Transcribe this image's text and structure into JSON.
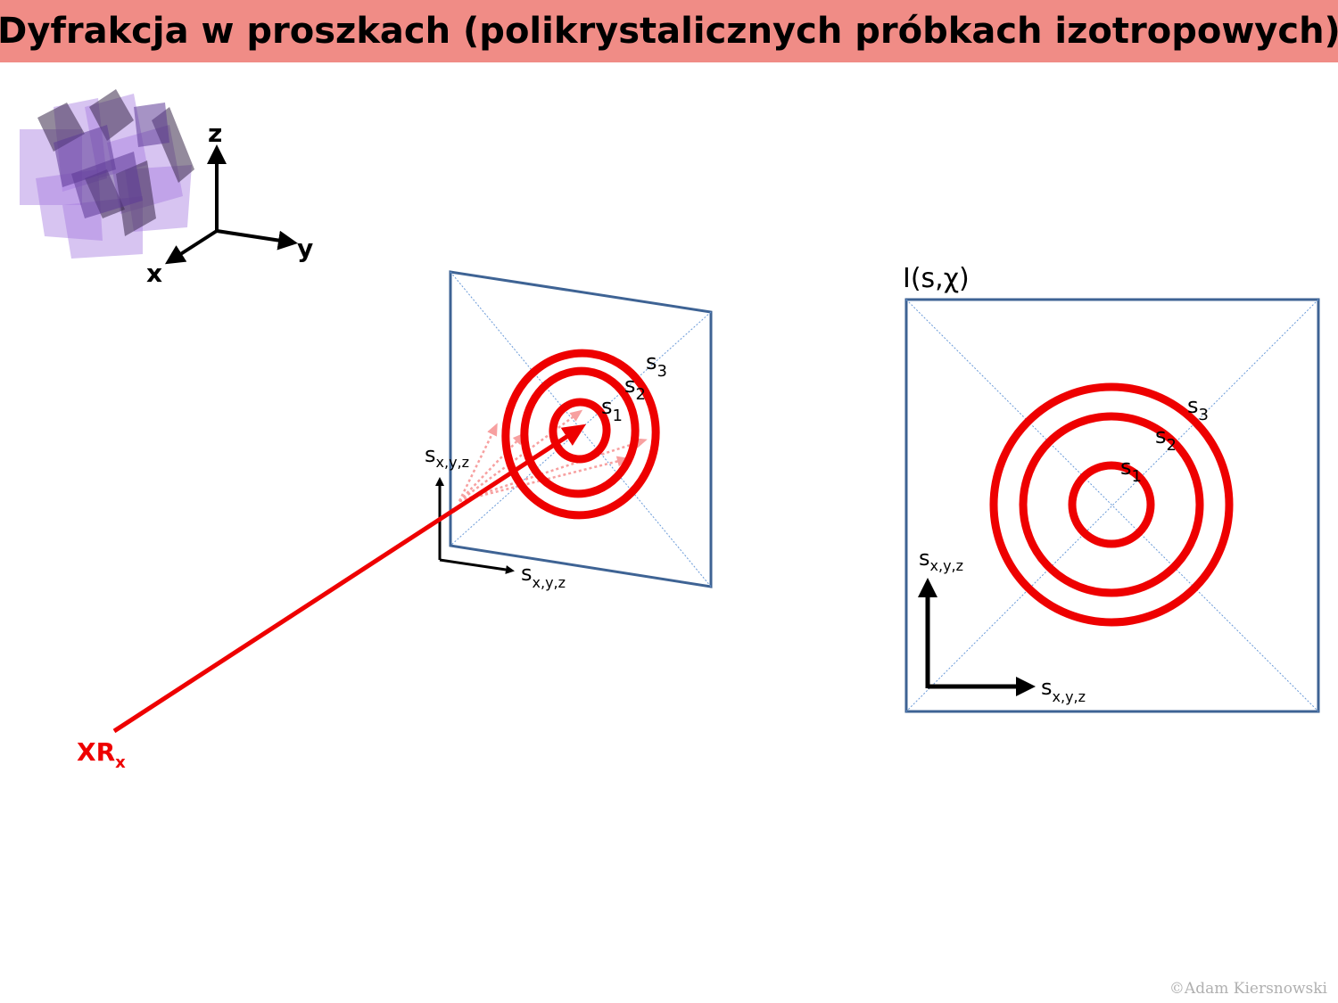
{
  "title": "Dyfrakcja w proszkach (polikrystalicznych próbkach izotropowych)",
  "axes3d": {
    "z": "z",
    "y": "y",
    "x": "x"
  },
  "beam_label": {
    "main": "XR",
    "sub": "x"
  },
  "detector_tilted": {
    "rings": [
      {
        "base": "s",
        "sub": "1"
      },
      {
        "base": "s",
        "sub": "2"
      },
      {
        "base": "s",
        "sub": "3"
      }
    ],
    "axis_v": {
      "base": "s",
      "sub": "x,y,z"
    },
    "axis_h": {
      "base": "s",
      "sub": "x,y,z"
    }
  },
  "detector_front": {
    "intensity_label": "I(s,χ)",
    "rings": [
      {
        "base": "s",
        "sub": "1"
      },
      {
        "base": "s",
        "sub": "2"
      },
      {
        "base": "s",
        "sub": "3"
      }
    ],
    "axis_v": {
      "base": "s",
      "sub": "x,y,z"
    },
    "axis_h": {
      "base": "s",
      "sub": "x,y,z"
    }
  },
  "colors": {
    "title_bg": "#f08c86",
    "ring": "#ee0000",
    "frame": "#3e6394",
    "crystal": "#8a5cc4"
  },
  "copyright": "©Adam Kiersnowski"
}
